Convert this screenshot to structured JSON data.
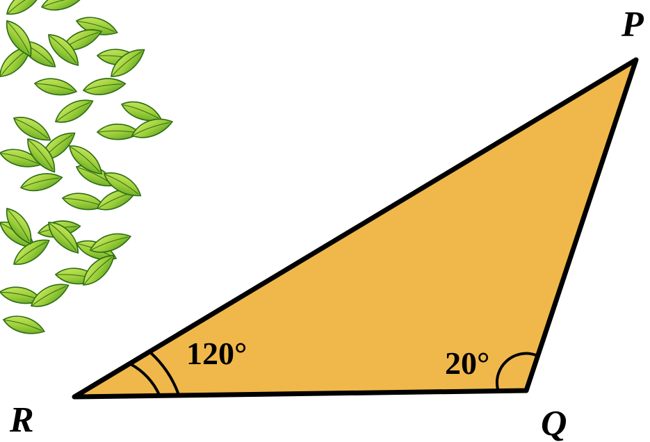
{
  "figure": {
    "vertices": {
      "p": "P",
      "q": "Q",
      "r": "R"
    },
    "angles": {
      "r_angle": "120°",
      "q_angle": "20°"
    },
    "colors": {
      "triangle_fill": "#F0B84A",
      "outline": "#000000",
      "leaf_light": "#B8E24A",
      "leaf_dark": "#3F8F1E"
    },
    "decoration": "leafy-bush-icon"
  }
}
